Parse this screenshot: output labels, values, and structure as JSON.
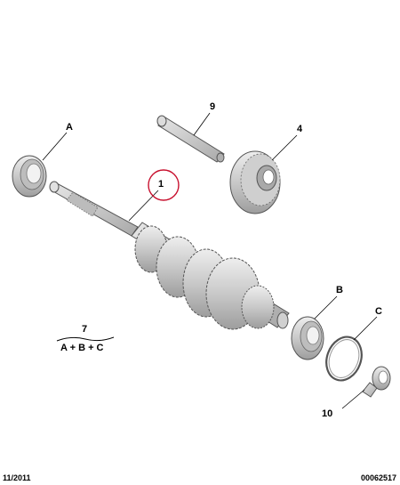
{
  "callouts": {
    "part_1": "1",
    "part_9": "9",
    "part_4": "4",
    "part_A": "A",
    "part_B": "B",
    "part_C": "C",
    "part_10": "10"
  },
  "kit": {
    "number": "7",
    "formula": "A + B + C"
  },
  "footer": {
    "date": "11/2011",
    "code": "00062517"
  },
  "colors": {
    "part_fill": "#d4d4d4",
    "part_stroke": "#555555",
    "highlight_circle": "#c8102e",
    "leader_line": "#000000"
  }
}
